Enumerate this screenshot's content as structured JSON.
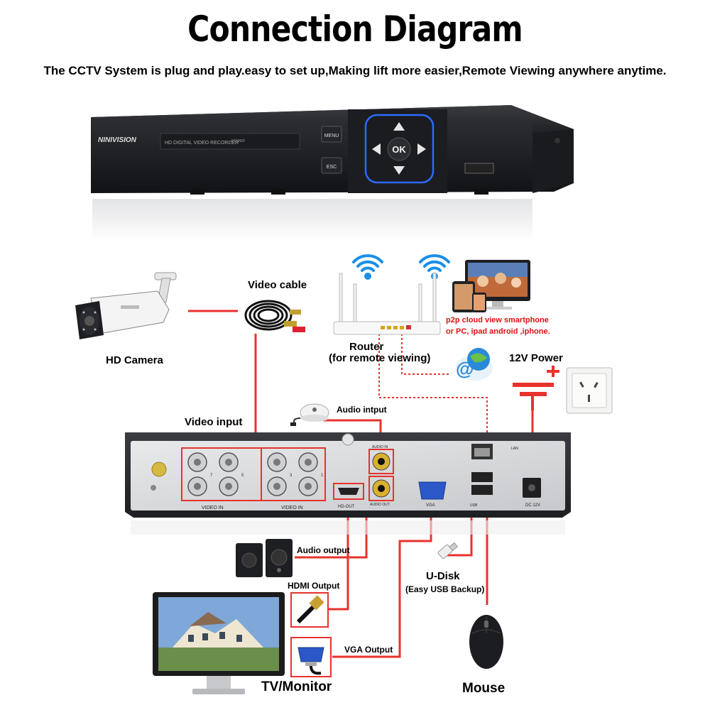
{
  "header": {
    "title": "Connection Diagram",
    "subtitle": "The CCTV System is plug and play.easy to set up,Making lift more easier,Remote Viewing anywhere anytime."
  },
  "dvr_front": {
    "brand": "NINIVISION",
    "model_text": "HD DIGITAL VIDEO RECORDER",
    "power": "POWER",
    "menu": "MENU",
    "esc": "ESC",
    "ok": "OK"
  },
  "labels": {
    "video_cable": "Video cable",
    "hd_camera": "HD Camera",
    "router": "Router",
    "router_note": "(for remote viewing)",
    "p2p_line1": "p2p cloud  view smartphone",
    "p2p_line2": "or PC, ipad android ,iphone.",
    "power_12v": "12V Power",
    "video_input": "Video input",
    "audio_input": "Audio intput",
    "audio_output": "Audio output",
    "hdmi_output": "HDMI Output",
    "vga_output": "VGA Output",
    "u_disk": "U-Disk",
    "u_disk_note": "(Easy USB Backup)",
    "tv_monitor": "TV/Monitor",
    "mouse": "Mouse"
  },
  "dvr_back": {
    "video_in_left": "VIDEO IN",
    "video_in_right": "VIDEO IN",
    "hd_out": "HD-OUT",
    "audio_in": "AUDIO IN",
    "audio_out": "AUDIO OUT",
    "vga": "VGA",
    "lan": "LAN",
    "usb": "USB",
    "dc": "DC 12V"
  },
  "colors": {
    "wire": "#e8322e",
    "dvr_front": "#2a2c30",
    "dvr_back": "#2b2d33",
    "accent_blue": "#1f5fd6"
  }
}
